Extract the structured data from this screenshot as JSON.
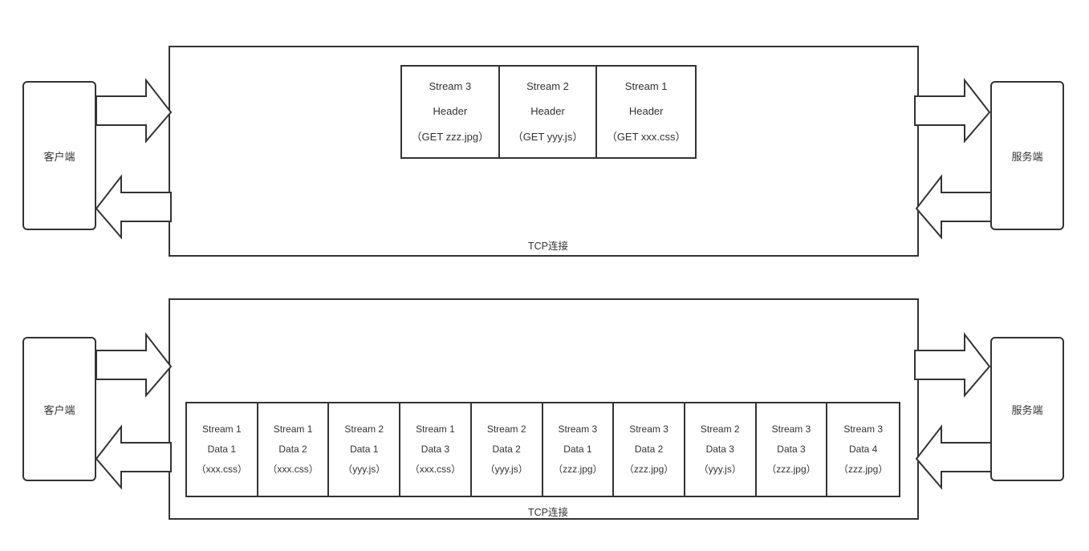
{
  "diagram": {
    "title": "HTTP/2 multiplexing over a single TCP connection",
    "stroke_color": "#333333",
    "background_color": "#ffffff"
  },
  "endpoints": {
    "client_label": "客户端",
    "server_label": "服务端"
  },
  "top_section": {
    "tcp_label": "TCP连接",
    "frames": [
      {
        "stream": "Stream 3",
        "kind": "Header",
        "resource": "（GET zzz.jpg）"
      },
      {
        "stream": "Stream 2",
        "kind": "Header",
        "resource": "（GET yyy.js）"
      },
      {
        "stream": "Stream 1",
        "kind": "Header",
        "resource": "（GET xxx.css）"
      }
    ]
  },
  "bottom_section": {
    "tcp_label": "TCP连接",
    "frames": [
      {
        "stream": "Stream 1",
        "kind": "Data 1",
        "resource": "（xxx.css）"
      },
      {
        "stream": "Stream 1",
        "kind": "Data 2",
        "resource": "（xxx.css）"
      },
      {
        "stream": "Stream 2",
        "kind": "Data 1",
        "resource": "（yyy.js）"
      },
      {
        "stream": "Stream 1",
        "kind": "Data 3",
        "resource": "（xxx.css）"
      },
      {
        "stream": "Stream 2",
        "kind": "Data 2",
        "resource": "（yyy.js）"
      },
      {
        "stream": "Stream 3",
        "kind": "Data 1",
        "resource": "（zzz.jpg）"
      },
      {
        "stream": "Stream 3",
        "kind": "Data 2",
        "resource": "（zzz.jpg）"
      },
      {
        "stream": "Stream 2",
        "kind": "Data 3",
        "resource": "（yyy.js）"
      },
      {
        "stream": "Stream 3",
        "kind": "Data 3",
        "resource": "（zzz.jpg）"
      },
      {
        "stream": "Stream 3",
        "kind": "Data 4",
        "resource": "（zzz.jpg）"
      }
    ]
  },
  "arrows": [
    {
      "name": "top-client-to-connection",
      "direction": "right"
    },
    {
      "name": "top-connection-to-client",
      "direction": "left"
    },
    {
      "name": "top-connection-to-server",
      "direction": "right"
    },
    {
      "name": "top-server-to-connection",
      "direction": "left"
    },
    {
      "name": "bottom-client-to-connection",
      "direction": "right"
    },
    {
      "name": "bottom-connection-to-client",
      "direction": "left"
    },
    {
      "name": "bottom-connection-to-server",
      "direction": "right"
    },
    {
      "name": "bottom-server-to-connection",
      "direction": "left"
    }
  ]
}
